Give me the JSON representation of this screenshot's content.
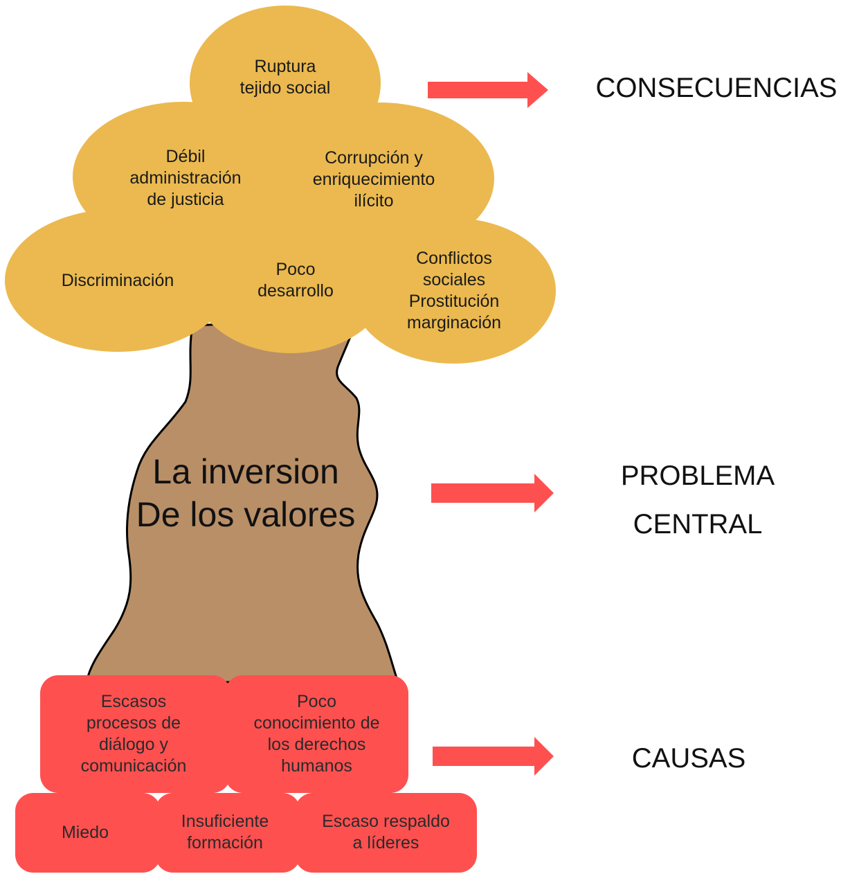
{
  "canopy": {
    "ruptura": "Ruptura\ntejido social",
    "debil": "Débil\nadministración\nde justicia",
    "corrupcion": "Corrupción y\nenriquecimiento\nilícito",
    "discriminacion": "Discriminación",
    "poco_desarrollo": "Poco\ndesarrollo",
    "conflictos": "Conflictos\nsociales\nProstitución\nmarginación"
  },
  "trunk": {
    "text": "La inversion\nDe los valores"
  },
  "causes": {
    "escasos_procesos": "Escasos\nprocesos de\ndiálogo y\ncomunicación",
    "poco_conocimiento": "Poco\nconocimiento de\nlos derechos\nhumanos",
    "miedo": "Miedo",
    "insuficiente": "Insuficiente\nformación",
    "escaso_respaldo": "Escaso respaldo\na líderes"
  },
  "side_labels": {
    "consecuencias": "CONSECUENCIAS",
    "problema": "PROBLEMA\nCENTRAL",
    "causas": "CAUSAS"
  },
  "colors": {
    "canopy": "#ebb94f",
    "trunk": "#b98f67",
    "causes": "#ff5050",
    "arrows": "#ff5050"
  }
}
